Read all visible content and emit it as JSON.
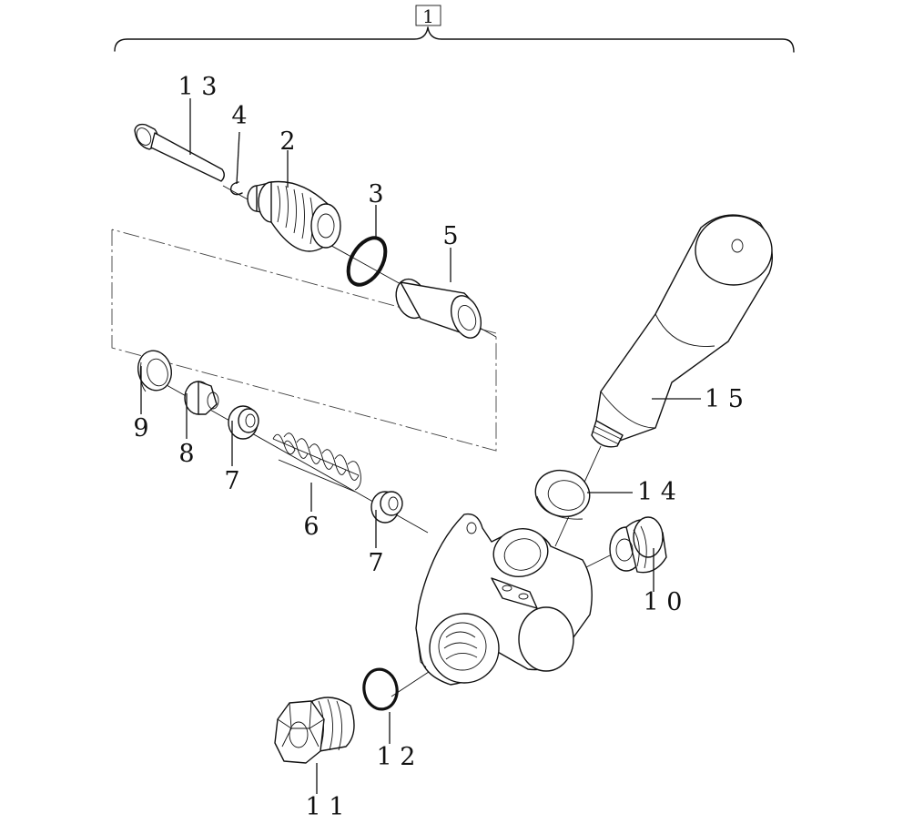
{
  "assembly": {
    "label": "1"
  },
  "callouts": [
    {
      "id": "13",
      "text": "1 3"
    },
    {
      "id": "4",
      "text": "4"
    },
    {
      "id": "2",
      "text": "2"
    },
    {
      "id": "3",
      "text": "3"
    },
    {
      "id": "5",
      "text": "5"
    },
    {
      "id": "15",
      "text": "1 5"
    },
    {
      "id": "9",
      "text": "9"
    },
    {
      "id": "8",
      "text": "8"
    },
    {
      "id": "7a",
      "text": "7"
    },
    {
      "id": "6",
      "text": "6"
    },
    {
      "id": "7b",
      "text": "7"
    },
    {
      "id": "14",
      "text": "1 4"
    },
    {
      "id": "10",
      "text": "1 0"
    },
    {
      "id": "12",
      "text": "1 2"
    },
    {
      "id": "11",
      "text": "1 1"
    }
  ]
}
